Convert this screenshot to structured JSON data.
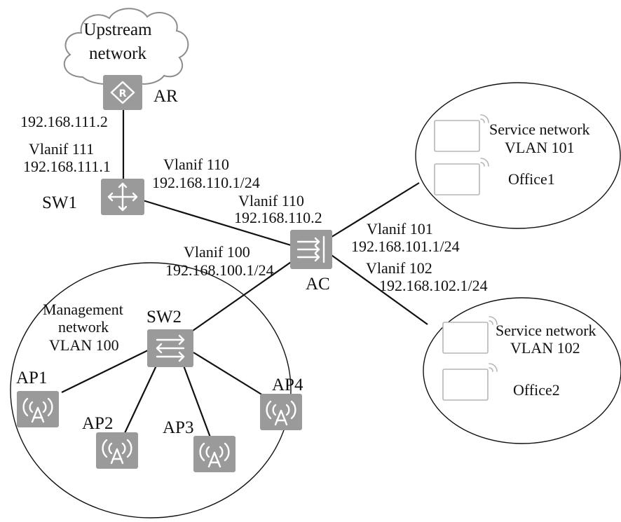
{
  "cloud": {
    "line1": "Upstream",
    "line2": "network"
  },
  "ar": {
    "name": "AR",
    "ip": "192.168.111.2"
  },
  "sw1": {
    "name": "SW1",
    "vlanif_up_line1": "Vlanif 111",
    "vlanif_up_line2": "192.168.111.1",
    "vlanif_down_line1": "Vlanif 110",
    "vlanif_down_line2": "192.168.110.1/24"
  },
  "ac": {
    "name": "AC",
    "uplink_line1": "Vlanif 110",
    "uplink_line2": "192.168.110.2",
    "mgmt_line1": "Vlanif 100",
    "mgmt_line2": "192.168.100.1/24",
    "svc1_line1": "Vlanif 101",
    "svc1_line2": "192.168.101.1/24",
    "svc2_line1": "Vlanif 102",
    "svc2_line2": "192.168.102.1/24"
  },
  "management": {
    "line1": "Management",
    "line2": "network",
    "line3": "VLAN 100",
    "switch": "SW2",
    "aps": [
      "AP1",
      "AP2",
      "AP3",
      "AP4"
    ]
  },
  "office1": {
    "line1": "Service network",
    "line2": "VLAN 101",
    "name": "Office1"
  },
  "office2": {
    "line1": "Service network",
    "line2": "VLAN 102",
    "name": "Office2"
  },
  "colors": {
    "device_fill": "#9a9a9a",
    "line": "#111111",
    "terminal_outline": "#b5b5b5"
  },
  "icons": {
    "cloud": "cloud-icon",
    "router": "router-icon",
    "layer3_switch": "l3-switch-icon",
    "access_controller": "access-controller-icon",
    "switch": "switch-icon",
    "access_point": "access-point-icon",
    "wireless_terminal": "wireless-terminal-icon"
  }
}
